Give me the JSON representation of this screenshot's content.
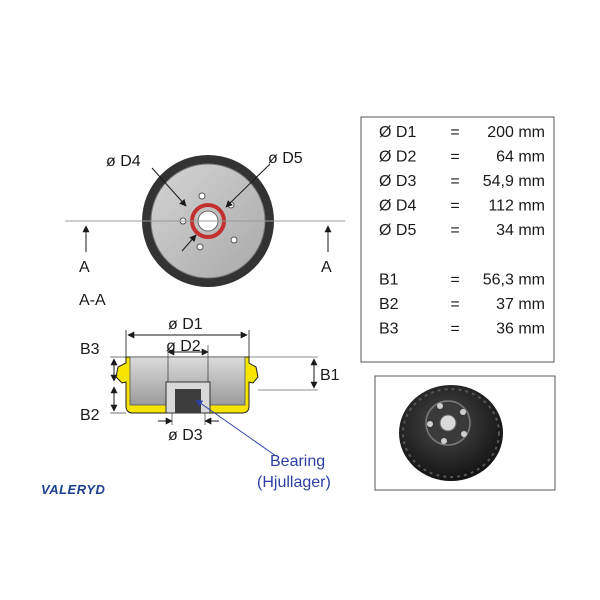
{
  "brand": {
    "logo_text": "VALERYD",
    "color": "#1d3f8f"
  },
  "front_view": {
    "labels": {
      "d4": "ø D4",
      "d5": "ø D5"
    },
    "section_marker": {
      "left": "A",
      "right": "A"
    }
  },
  "section_view": {
    "title": "A-A",
    "labels": {
      "d1": "ø D1",
      "d2": "ø D2",
      "d3": "ø D3",
      "b1": "B1",
      "b2": "B2",
      "b3": "B3"
    },
    "bearing": {
      "line1": "Bearing",
      "line2": "(Hjullager)",
      "color": "#2b3fa6"
    },
    "highlight_color": "#f5e400"
  },
  "dimensions": [
    {
      "name": "Ø D1",
      "eq": "=",
      "value": "200 mm"
    },
    {
      "name": "Ø D2",
      "eq": "=",
      "value": "64 mm"
    },
    {
      "name": "Ø D3",
      "eq": "=",
      "value": "54,9 mm"
    },
    {
      "name": "Ø D4",
      "eq": "=",
      "value": "112 mm"
    },
    {
      "name": "Ø D5",
      "eq": "=",
      "value": "34 mm"
    },
    {
      "name": "B1",
      "eq": "=",
      "value": "56,3 mm"
    },
    {
      "name": "B2",
      "eq": "=",
      "value": "37 mm"
    },
    {
      "name": "B3",
      "eq": "=",
      "value": "36 mm"
    }
  ]
}
